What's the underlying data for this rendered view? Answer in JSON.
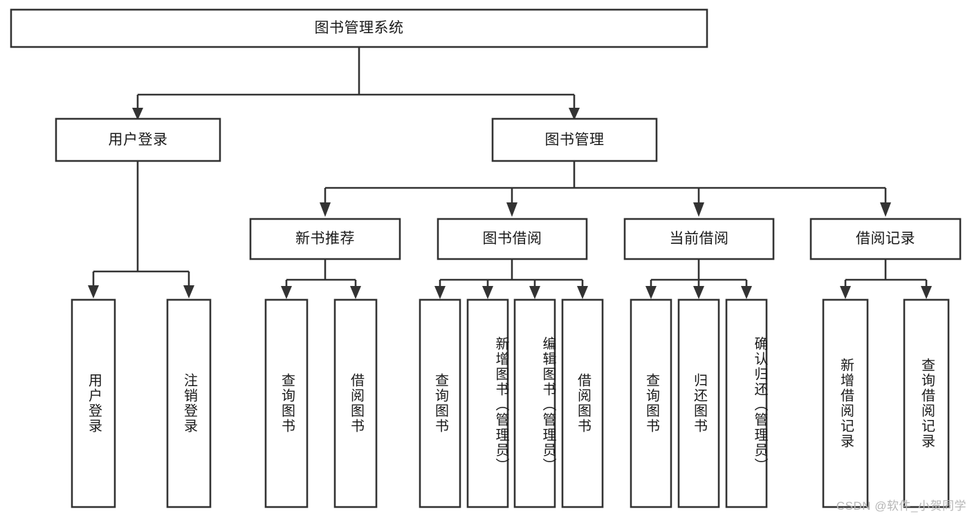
{
  "diagram": {
    "type": "tree",
    "title": "图书管理系统",
    "root": {
      "id": "root",
      "label": "图书管理系统",
      "orientation": "horizontal"
    },
    "level2": [
      {
        "id": "user-login",
        "label": "用户登录",
        "orientation": "horizontal"
      },
      {
        "id": "book-manage",
        "label": "图书管理",
        "orientation": "horizontal"
      }
    ],
    "level3": [
      {
        "id": "new-book-recommend",
        "label": "新书推荐",
        "orientation": "horizontal",
        "parent": "book-manage"
      },
      {
        "id": "book-borrow",
        "label": "图书借阅",
        "orientation": "horizontal",
        "parent": "book-manage"
      },
      {
        "id": "current-borrow",
        "label": "当前借阅",
        "orientation": "horizontal",
        "parent": "book-manage"
      },
      {
        "id": "borrow-record",
        "label": "借阅记录",
        "orientation": "horizontal",
        "parent": "book-manage"
      }
    ],
    "leaves": [
      {
        "id": "leaf-user-login",
        "label": "用户登录",
        "orientation": "vertical",
        "parent": "user-login"
      },
      {
        "id": "leaf-user-logout",
        "label": "注销登录",
        "orientation": "vertical",
        "parent": "user-login"
      },
      {
        "id": "leaf-query-book-1",
        "label": "查询图书",
        "orientation": "vertical",
        "parent": "new-book-recommend"
      },
      {
        "id": "leaf-borrow-book-1",
        "label": "借阅图书",
        "orientation": "vertical",
        "parent": "new-book-recommend"
      },
      {
        "id": "leaf-query-book-2",
        "label": "查询图书",
        "orientation": "vertical",
        "parent": "book-borrow"
      },
      {
        "id": "leaf-add-book",
        "label": "新增图书（管理员）",
        "orientation": "vertical",
        "parent": "book-borrow"
      },
      {
        "id": "leaf-edit-book",
        "label": "编辑图书（管理员）",
        "orientation": "vertical",
        "parent": "book-borrow"
      },
      {
        "id": "leaf-borrow-book-2",
        "label": "借阅图书",
        "orientation": "vertical",
        "parent": "book-borrow"
      },
      {
        "id": "leaf-query-book-3",
        "label": "查询图书",
        "orientation": "vertical",
        "parent": "current-borrow"
      },
      {
        "id": "leaf-return-book",
        "label": "归还图书",
        "orientation": "vertical",
        "parent": "current-borrow"
      },
      {
        "id": "leaf-confirm-return",
        "label": "确认归还（管理员）",
        "orientation": "vertical",
        "parent": "current-borrow"
      },
      {
        "id": "leaf-add-record",
        "label": "新增借阅记录",
        "orientation": "vertical",
        "parent": "borrow-record"
      },
      {
        "id": "leaf-query-record",
        "label": "查询借阅记录",
        "orientation": "vertical",
        "parent": "borrow-record"
      }
    ],
    "colors": {
      "box_stroke": "#333333",
      "box_fill": "#ffffff",
      "text": "#1a1a1a",
      "background": "#ffffff",
      "watermark": "#b6b6b6"
    }
  },
  "watermark": {
    "text": "CSDN @软件_小贺同学"
  }
}
